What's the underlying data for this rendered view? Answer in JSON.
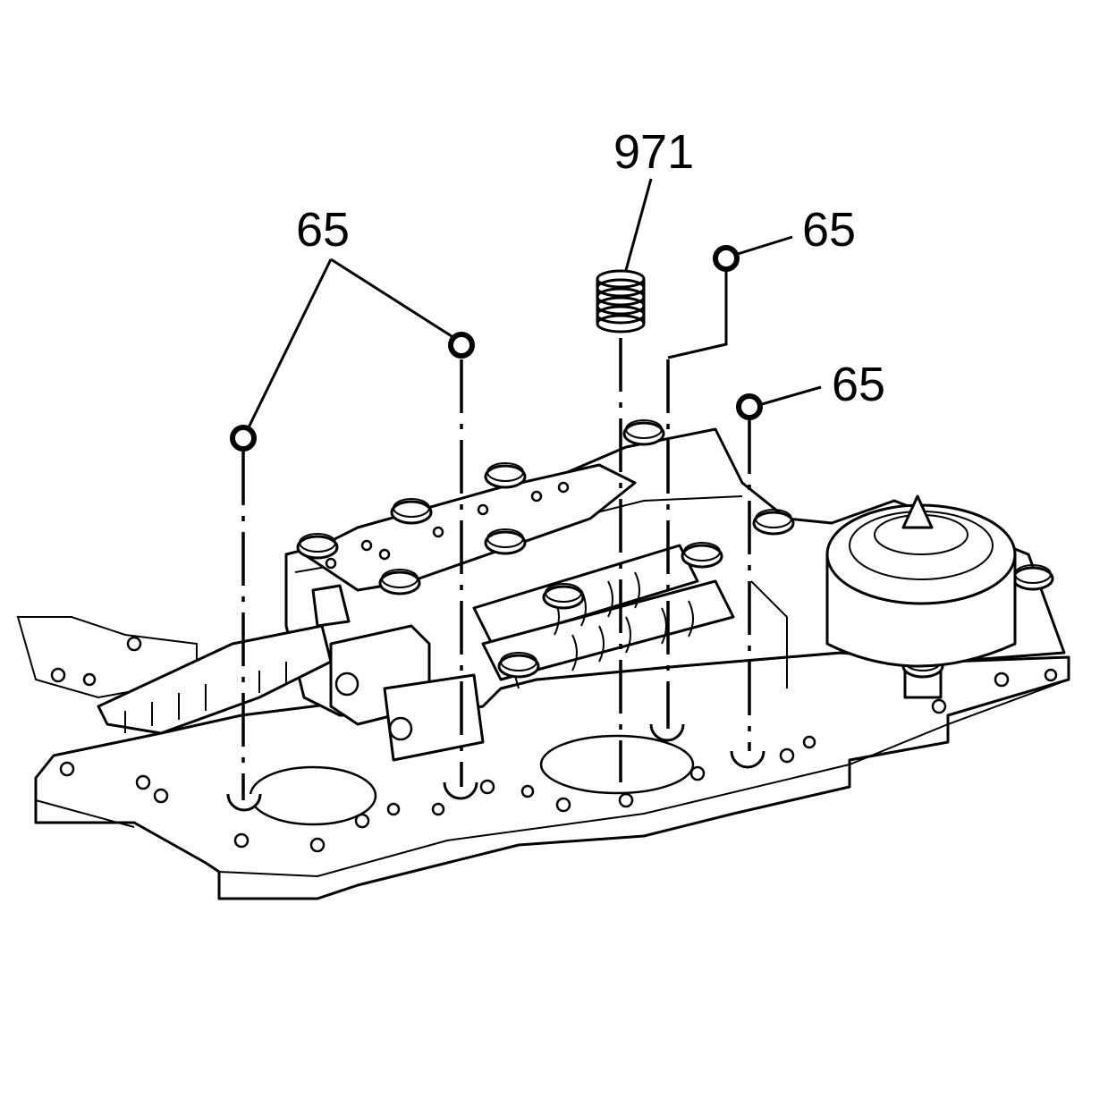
{
  "callouts": {
    "spring": "971",
    "ball_left_group": "65",
    "ball_right_top": "65",
    "ball_right_lower": "65"
  },
  "colors": {
    "line": "#000000",
    "background": "#ffffff"
  }
}
